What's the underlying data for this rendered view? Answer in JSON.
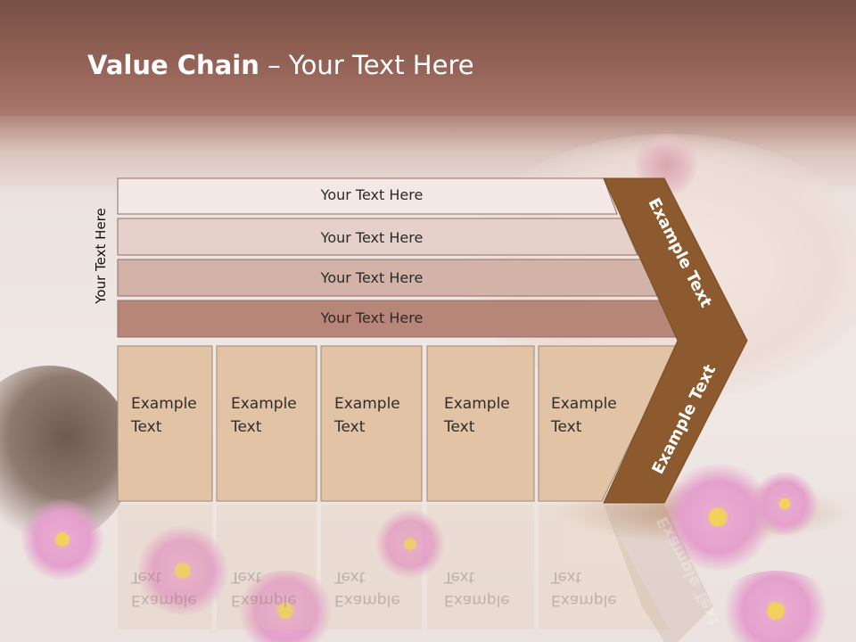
{
  "slide": {
    "title_bold": "Value Chain",
    "title_rest": " – Your Text Here",
    "vertical_label": "Your Text Here",
    "bars": [
      {
        "label": "Your Text Here",
        "color": "#f3e8e6"
      },
      {
        "label": "Your Text Here",
        "color": "#e6d0ca"
      },
      {
        "label": "Your Text Here",
        "color": "#d3b2a8"
      },
      {
        "label": "Your Text Here",
        "color": "#b88678"
      }
    ],
    "cells": [
      {
        "line1": "Example",
        "line2": "Text"
      },
      {
        "line1": "Example",
        "line2": "Text"
      },
      {
        "line1": "Example",
        "line2": "Text"
      },
      {
        "line1": "Example",
        "line2": "Text"
      },
      {
        "line1": "Example",
        "line2": "Text"
      }
    ],
    "cell_color": "#e3c3a5",
    "arrow_color": "#8c5a2e",
    "arrow_upper_text": "Example Text",
    "arrow_lower_text": "Example Text"
  }
}
